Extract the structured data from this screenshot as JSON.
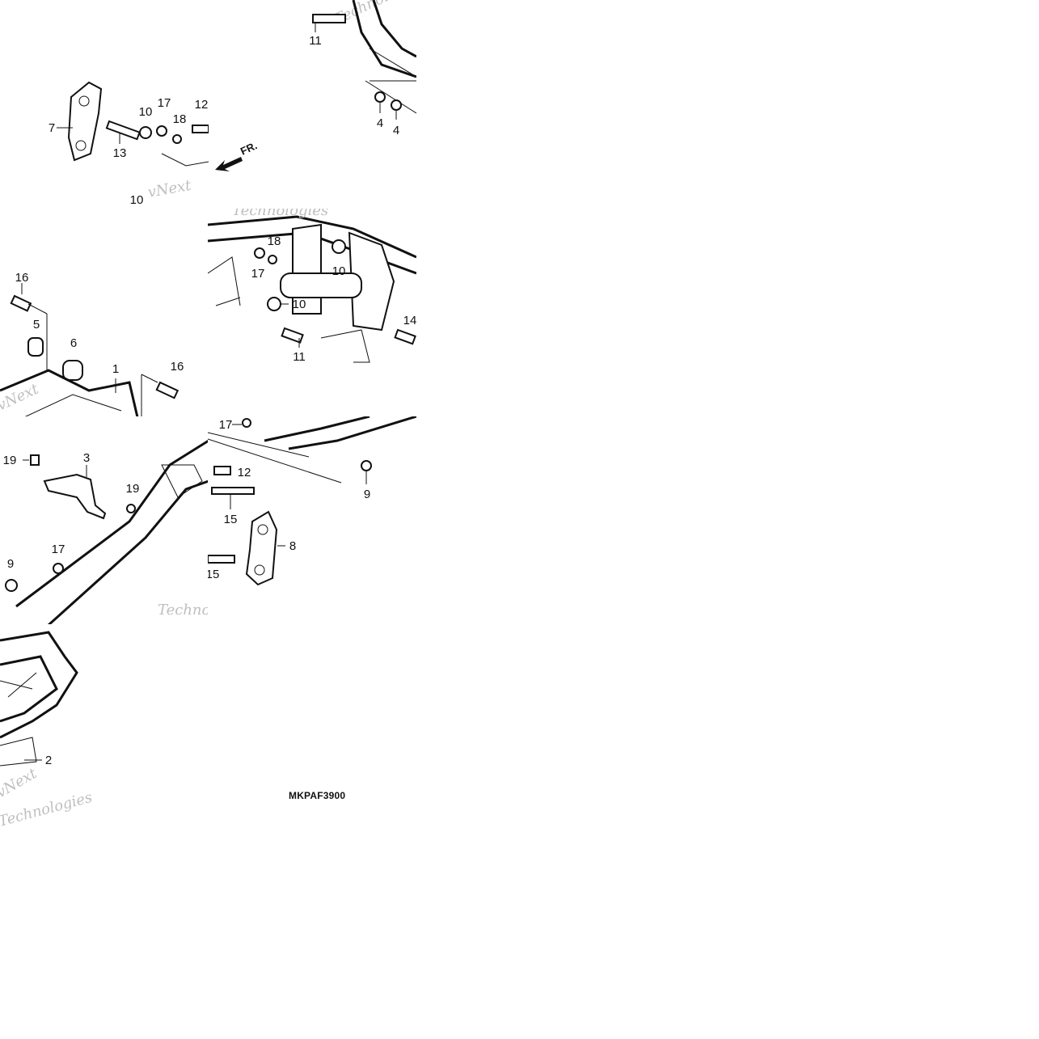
{
  "diagram_code": "MKPAF3900",
  "watermark": {
    "lines": [
      "vNext",
      "Technologies"
    ]
  },
  "direction_indicator": "FR.",
  "callouts": {
    "t1": [
      "11",
      "4",
      "4"
    ],
    "t2": [
      "7",
      "10",
      "17",
      "18",
      "12",
      "13",
      "10"
    ],
    "t3": [
      "16",
      "5",
      "6",
      "1",
      "16"
    ],
    "t4": [
      "18",
      "17",
      "10",
      "10",
      "11",
      "14"
    ],
    "t5": [
      "19",
      "3",
      "19",
      "17",
      "9"
    ],
    "t6": [
      "17",
      "12",
      "9",
      "15",
      "8",
      "15"
    ],
    "t7": [
      "2"
    ]
  },
  "colors": {
    "line": "#111111",
    "paper": "#ffffff",
    "watermark": "#bfbfbf"
  }
}
